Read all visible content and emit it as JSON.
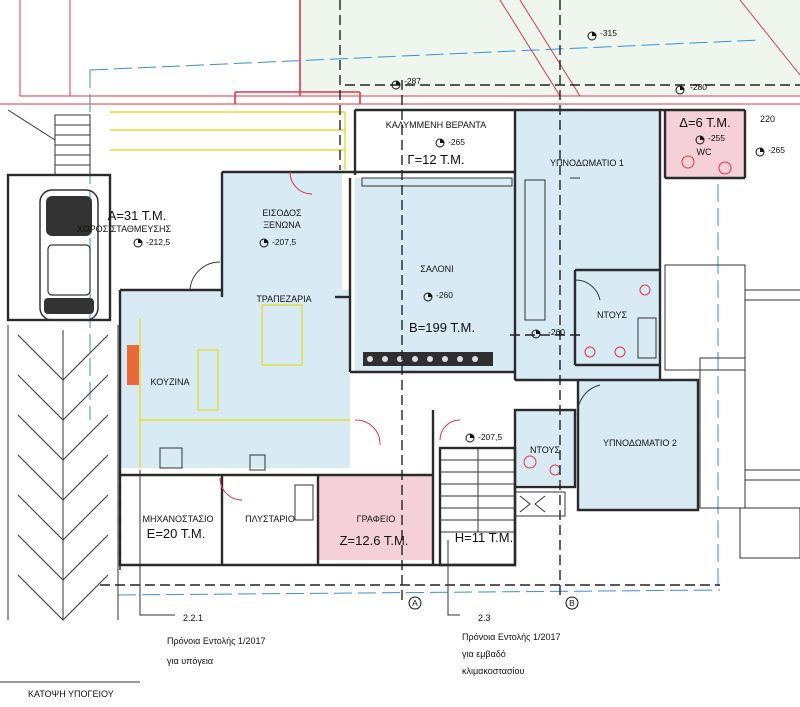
{
  "rooms": {
    "verandah": "ΚΑΛΥΜΜΕΝΗ ΒΕΡΑΝΤΑ",
    "bedroom1": "ΥΠΝΟΔΩΜΑΤΙΟ 1",
    "bedroom2": "ΥΠΝΟΔΩΜΑΤΙΟ 2",
    "guest_entrance_l1": "ΕΙΣΟΔΟΣ",
    "guest_entrance_l2": "ΞΕΝΩΝΑ",
    "living": "ΣΑΛΟΝΙ",
    "dining": "ΤΡΑΠΕΖΑΡΙΑ",
    "kitchen": "ΚΟΥΖΙΝΑ",
    "shower1": "ΝΤΟΥΣ",
    "shower2": "ΝΤΟΥΣ",
    "wc": "WC",
    "parking": "ΧΩΡΟΣ ΣΤΑΘΜΕΥΣΗΣ",
    "mechanical": "ΜΗΧΑΝΟΣΤΑΣΙΟ",
    "laundry": "ΠΛΥΣΤΑΡΙΟ",
    "office": "ΓΡΑΦΕΙΟ"
  },
  "areas": {
    "A": "Α=31 Τ.Μ.",
    "B": "Β=199 Τ.Μ.",
    "G": "Γ=12 Τ.Μ.",
    "D": "Δ=6 Τ.Μ.",
    "E": "Ε=20 Τ.Μ.",
    "Z": "Ζ=12.6 Τ.Μ.",
    "H": "Η=11 Τ.Μ."
  },
  "levels": {
    "l315": "-315",
    "l287": "-287",
    "l280": "-280",
    "l265_verandah": "-265",
    "l255": "-255",
    "l220": "220",
    "l265_right": "-265",
    "l2125": "-212,5",
    "l2075_guest": "-207,5",
    "l260_living": "-260",
    "l260_hall": "-260",
    "l2075_stair": "-207,5"
  },
  "notes": {
    "note1_number": "2.2.1",
    "note1_line1": "Πρόνοια Εντολής 1/2017",
    "note1_line2": "για υπόγεια",
    "note2_number": "2.3",
    "note2_line1": "Πρόνοια Εντολής 1/2017",
    "note2_line2": "για εμβαδό",
    "note2_line3": "κλιμακοστασίου",
    "section_marker": "Α",
    "axis_marker": "Β"
  },
  "plan_title": "ΚΑΤΟΨΗ ΥΠΟΓΕΙΟΥ",
  "colors": {
    "room_fill": "#d8eaf4",
    "highlight_fill": "#f5d0d8",
    "wall": "#2a2a2a",
    "boundary_red": "#e0364a",
    "furniture_yellow": "#e3dc3a",
    "site_green": "#7fbf86",
    "dashed_blue": "#3a8fd8"
  }
}
